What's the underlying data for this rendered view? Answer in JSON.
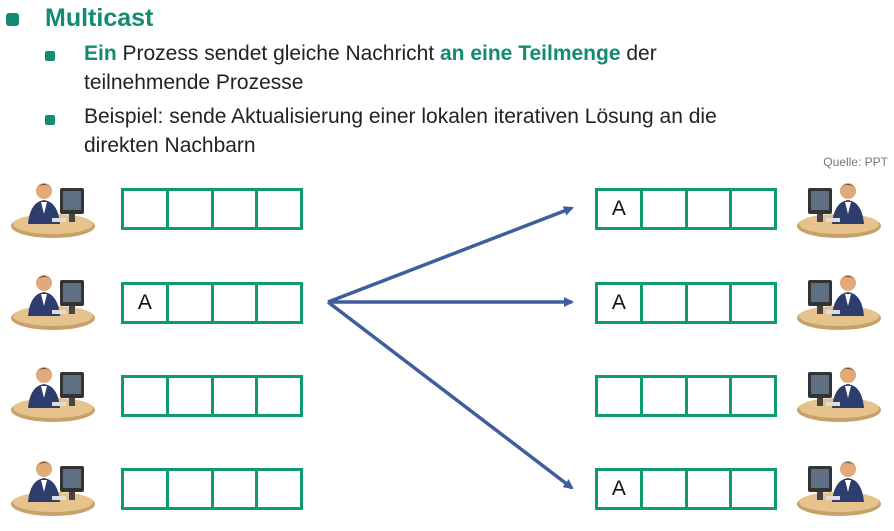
{
  "slide": {
    "heading": "Multicast",
    "bullet1": {
      "part1": "Ein",
      "part2": " Prozess sendet gleiche Nachricht ",
      "part3": "an eine Teilmenge",
      "part4": " der",
      "line2": "teilnehmende Prozesse"
    },
    "bullet2": {
      "line1": "Beispiel: sende Aktualisierung einer lokalen iterativen Lösung an die",
      "line2": "direkten Nachbarn"
    },
    "source": "Quelle: PPT"
  },
  "diagram": {
    "left_buffers": [
      [
        "",
        "",
        "",
        ""
      ],
      [
        "A",
        "",
        "",
        ""
      ],
      [
        "",
        "",
        "",
        ""
      ],
      [
        "",
        "",
        "",
        ""
      ]
    ],
    "right_buffers": [
      [
        "A",
        "",
        "",
        ""
      ],
      [
        "A",
        "",
        "",
        ""
      ],
      [
        "",
        "",
        "",
        ""
      ],
      [
        "A",
        "",
        "",
        ""
      ]
    ],
    "colors": {
      "accent": "#138a72",
      "buffer_border": "#0e9a72",
      "arrow": "#3f5e9e"
    }
  }
}
